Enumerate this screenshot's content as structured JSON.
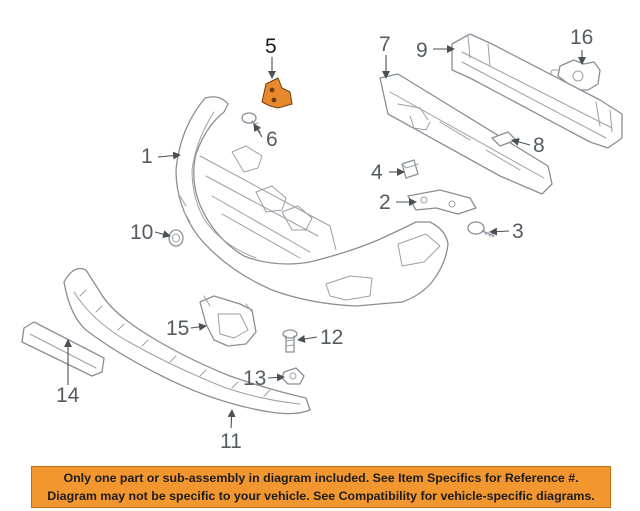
{
  "callouts": {
    "c1": "1",
    "c2": "2",
    "c3": "3",
    "c4": "4",
    "c5": "5",
    "c6": "6",
    "c7": "7",
    "c8": "8",
    "c9": "9",
    "c10": "10",
    "c11": "11",
    "c12": "12",
    "c13": "13",
    "c14": "14",
    "c15": "15",
    "c16": "16"
  },
  "highlight": {
    "part": "5",
    "color": "#e8892c"
  },
  "disclaimer": {
    "line1": "Only one part or sub-assembly in diagram included. See Item Specifics for Reference #.",
    "line2": "Diagram may not be specific to your vehicle. See Compatibility for vehicle-specific diagrams.",
    "background": "#f2962f"
  }
}
